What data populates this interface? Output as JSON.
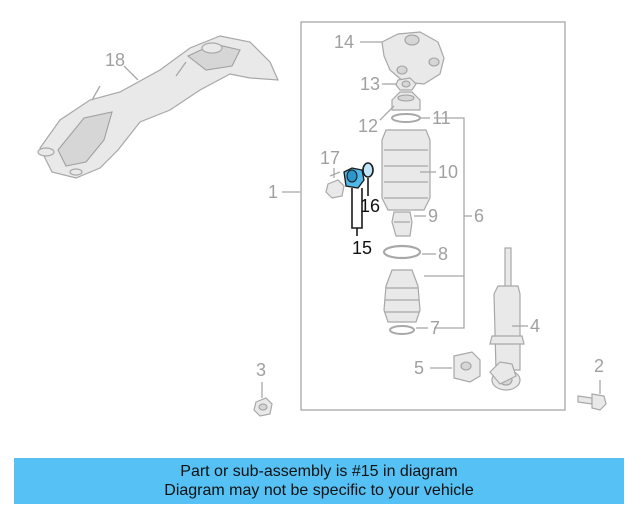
{
  "diagram": {
    "callouts": {
      "c1": "1",
      "c2": "2",
      "c3": "3",
      "c4": "4",
      "c5": "5",
      "c6": "6",
      "c7": "7",
      "c8": "8",
      "c9": "9",
      "c10": "10",
      "c11": "11",
      "c12": "12",
      "c13": "13",
      "c14": "14",
      "c15": "15",
      "c16": "16",
      "c17": "17",
      "c18": "18"
    },
    "highlight_color": "#4fb8e8",
    "highlighted_parts": [
      "15",
      "16"
    ]
  },
  "caption": {
    "line1": "Part or sub-assembly is #15 in diagram",
    "line2": "Diagram may not be specific to your vehicle",
    "background": "#55c1f4"
  }
}
